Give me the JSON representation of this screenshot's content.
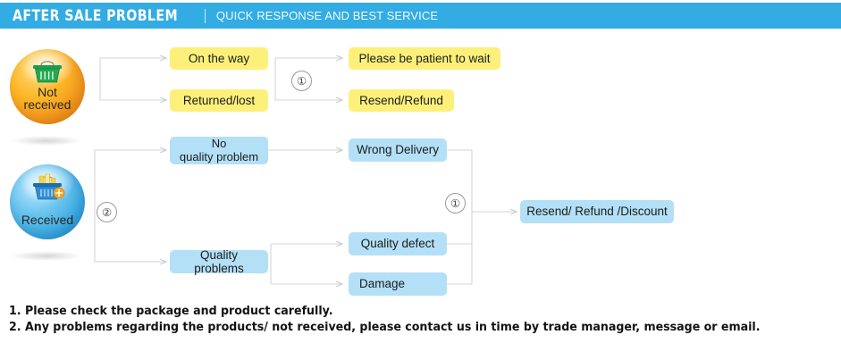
{
  "header": {
    "title": "AFTER SALE PROBLEM",
    "divider": "|",
    "subtitle": "QUICK RESPONSE AND BEST SERVICE",
    "bar_color": "#33ace3"
  },
  "colors": {
    "yellow_node": "#fdf07a",
    "blue_node": "#b3e0f7",
    "connector": "#d2d2d2",
    "not_received_orb": "#f3941c",
    "received_orb": "#37a7e2"
  },
  "branches": {
    "not_received": {
      "orb_label": "Not\nreceived",
      "orb_icon": "shopping-basket-icon",
      "step_marker": "①",
      "stage1": [
        {
          "label": "On the way"
        },
        {
          "label": "Returned/lost"
        }
      ],
      "stage2": [
        {
          "label": "Please be patient to wait"
        },
        {
          "label": "Resend/Refund"
        }
      ]
    },
    "received": {
      "orb_label": "Received",
      "orb_icon": "shopping-basket-filled-icon",
      "step_marker_left": "②",
      "step_marker_right": "①",
      "stage1": [
        {
          "label": "No\nquality problem"
        },
        {
          "label": "Quality problems"
        }
      ],
      "stage2": [
        {
          "label": "Wrong Delivery"
        },
        {
          "label": "Quality defect"
        },
        {
          "label": "Damage"
        }
      ],
      "outcome": {
        "label": "Resend/ Refund /Discount"
      }
    }
  },
  "footer": {
    "lines": [
      "1. Please check the package and product carefully.",
      "2. Any problems regarding the products/ not received, please contact us in time by trade manager, message or email."
    ]
  }
}
